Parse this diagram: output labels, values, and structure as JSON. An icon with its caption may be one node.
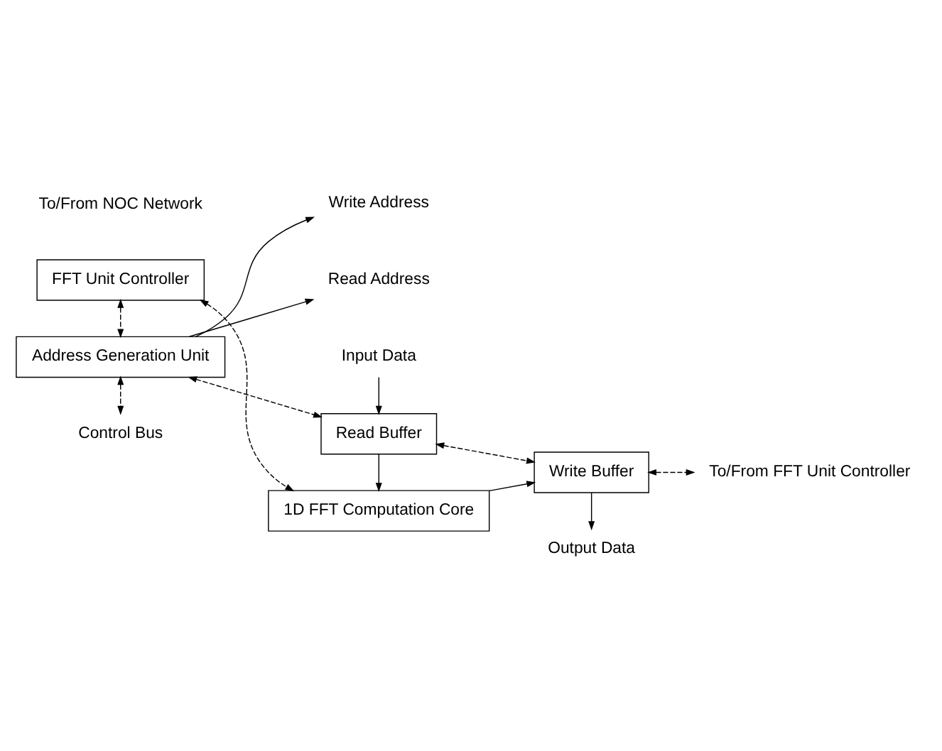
{
  "diagram": {
    "nodes": [
      {
        "text": [
          "FFT Unit Controller"
        ]
      },
      {
        "text": [
          "Address Generation Unit"
        ]
      },
      {
        "text": [
          "Read Buffer"
        ]
      },
      {
        "text": [
          "1D FFT Computation Core"
        ]
      },
      {
        "text": [
          "Write Buffer"
        ]
      },
      {
        "text": [
          "Read Address"
        ]
      },
      {
        "text": [
          "Control Bus"
        ]
      },
      {
        "text": [
          "Write Address"
        ]
      },
      {
        "text": [
          "Input Data"
        ]
      },
      {
        "text": [
          "Output Data"
        ]
      },
      {
        "text": [
          "To/From FFT Unit Controller"
        ]
      }
    ],
    "edges": [
      {
        "from": 0,
        "to": 1,
        "arrow": "both",
        "style": "dashed"
      },
      {
        "from": 1,
        "to": 5,
        "arrow": "to"
      },
      {
        "from": 1,
        "to": 6,
        "arrow": "both",
        "style": "dashed"
      },
      {
        "from": 1,
        "to": 7,
        "arrow": "to"
      },
      {
        "from": 0,
        "to": 3,
        "arrow": "both",
        "style": "dashed"
      },
      {
        "from": 1,
        "to": 2,
        "arrow": "both",
        "style": "dashed"
      },
      {
        "from": 2,
        "to": 3,
        "arrow": "to"
      },
      {
        "from": 8,
        "to": 2,
        "arrow": "to"
      },
      {
        "from": 2,
        "to": 4,
        "arrow": "both",
        "style": "dashed"
      },
      {
        "from": 3,
        "to": 4,
        "arrow": "to"
      },
      {
        "from": 4,
        "to": 9,
        "arrow": "to"
      },
      {
        "from": 4,
        "to": 10,
        "arrow": "both",
        "style": "dashed"
      }
    ],
    "labels": [
      "To/From NOC Network"
    ]
  }
}
